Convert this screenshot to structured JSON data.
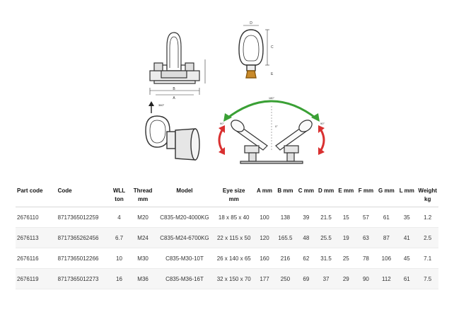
{
  "drawings": {
    "side_view": {
      "dim_labels": [
        "B",
        "A"
      ]
    },
    "front_view": {
      "dim_labels": [
        "D",
        "C",
        "E"
      ]
    },
    "swivel_view": {
      "rotation_label": "360°"
    },
    "tilt_view": {
      "top_angle_label": "180°",
      "left_angle_label": "90°",
      "right_angle_label": "90°",
      "center_angle_label": "0°",
      "arc_color": "#3aa035",
      "side_arrow_color": "#d93030"
    }
  },
  "table": {
    "headers": [
      {
        "line1": "Part code",
        "line2": ""
      },
      {
        "line1": "Code",
        "line2": ""
      },
      {
        "line1": "WLL",
        "line2": "ton"
      },
      {
        "line1": "Thread",
        "line2": "mm"
      },
      {
        "line1": "Model",
        "line2": ""
      },
      {
        "line1": "Eye size",
        "line2": "mm"
      },
      {
        "line1": "A mm",
        "line2": ""
      },
      {
        "line1": "B mm",
        "line2": ""
      },
      {
        "line1": "C mm",
        "line2": ""
      },
      {
        "line1": "D mm",
        "line2": ""
      },
      {
        "line1": "E mm",
        "line2": ""
      },
      {
        "line1": "F mm",
        "line2": ""
      },
      {
        "line1": "G mm",
        "line2": ""
      },
      {
        "line1": "L mm",
        "line2": ""
      },
      {
        "line1": "Weight",
        "line2": "kg"
      }
    ],
    "rows": [
      [
        "2676110",
        "8717365012259",
        "4",
        "M20",
        "C835-M20-4000KG",
        "18 x 85 x 40",
        "100",
        "138",
        "39",
        "21.5",
        "15",
        "57",
        "61",
        "35",
        "1.2"
      ],
      [
        "2676113",
        "8717365262456",
        "6.7",
        "M24",
        "C835-M24-6700KG",
        "22 x 115 x 50",
        "120",
        "165.5",
        "48",
        "25.5",
        "19",
        "63",
        "87",
        "41",
        "2.5"
      ],
      [
        "2676116",
        "8717365012266",
        "10",
        "M30",
        "C835-M30-10T",
        "26 x 140 x 65",
        "160",
        "216",
        "62",
        "31.5",
        "25",
        "78",
        "106",
        "45",
        "7.1"
      ],
      [
        "2676119",
        "8717365012273",
        "16",
        "M36",
        "C835-M36-16T",
        "32 x 150 x 70",
        "177",
        "250",
        "69",
        "37",
        "29",
        "90",
        "112",
        "61",
        "7.5"
      ]
    ]
  }
}
